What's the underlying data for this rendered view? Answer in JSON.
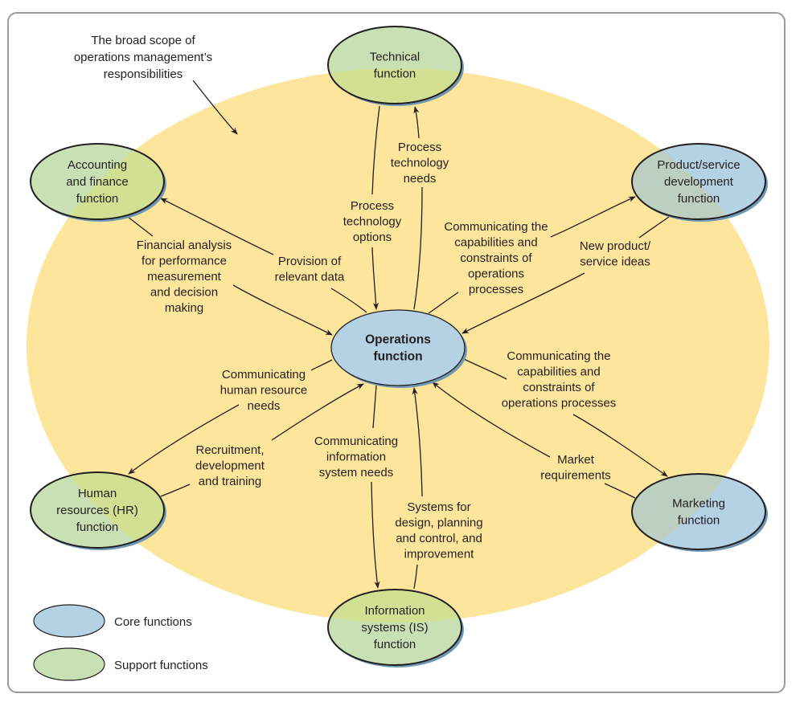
{
  "title_note": [
    "The broad scope of",
    "operations management’s",
    "responsibilities"
  ],
  "colors": {
    "scope_fill": "#fee59c",
    "core_fill": "#b5d1e4",
    "support_fill": "#c8e0b4",
    "support_on_scope": "#d2e094",
    "core_on_scope": "#bccfc0",
    "stroke": "#231f20",
    "shadow": "#6e98b3"
  },
  "nodes": {
    "operations": {
      "lines": [
        "Operations",
        "function"
      ],
      "type": "core"
    },
    "technical": {
      "lines": [
        "Technical",
        "function"
      ],
      "type": "support"
    },
    "accounting": {
      "lines": [
        "Accounting",
        "and finance",
        "function"
      ],
      "type": "support"
    },
    "product": {
      "lines": [
        "Product/service",
        "development",
        "function"
      ],
      "type": "core"
    },
    "hr": {
      "lines": [
        "Human",
        "resources (HR)",
        "function"
      ],
      "type": "support"
    },
    "marketing": {
      "lines": [
        "Marketing",
        "function"
      ],
      "type": "core"
    },
    "is": {
      "lines": [
        "Information",
        "systems (IS)",
        "function"
      ],
      "type": "support"
    }
  },
  "flows": {
    "tech_options": [
      "Process",
      "technology",
      "options"
    ],
    "tech_needs": [
      "Process",
      "technology",
      "needs"
    ],
    "acct_analysis": [
      "Financial analysis",
      "for performance",
      "measurement",
      "and decision",
      "making"
    ],
    "acct_data": [
      "Provision of",
      "relevant data"
    ],
    "prod_comm": [
      "Communicating the",
      "capabilities and",
      "constraints of",
      "operations",
      "processes"
    ],
    "prod_ideas": [
      "New product/",
      "service ideas"
    ],
    "hr_needs": [
      "Communicating",
      "human resource",
      "needs"
    ],
    "hr_recruit": [
      "Recruitment,",
      "development",
      "and training"
    ],
    "mkt_comm": [
      "Communicating the",
      "capabilities and",
      "constraints of",
      "operations processes"
    ],
    "mkt_req": [
      "Market",
      "requirements"
    ],
    "is_needs": [
      "Communicating",
      "information",
      "system needs"
    ],
    "is_systems": [
      "Systems for",
      "design, planning",
      "and control, and",
      "improvement"
    ]
  },
  "legend": [
    {
      "label": "Core functions",
      "type": "core"
    },
    {
      "label": "Support functions",
      "type": "support"
    }
  ]
}
